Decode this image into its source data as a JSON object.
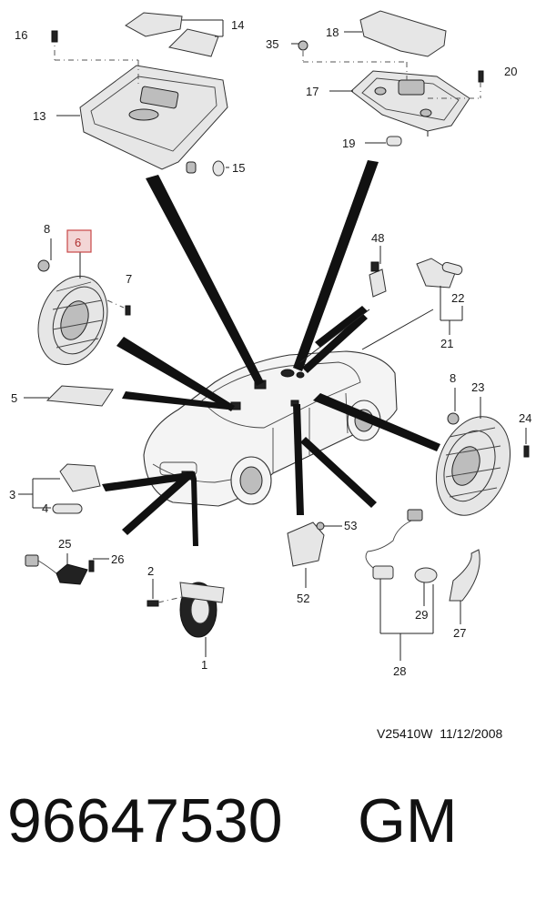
{
  "callouts": {
    "c1": "1",
    "c2": "2",
    "c3": "3",
    "c4": "4",
    "c5": "5",
    "c6": "6",
    "c7": "7",
    "c8a": "8",
    "c13": "13",
    "c14": "14",
    "c15": "15",
    "c16": "16",
    "c17": "17",
    "c18": "18",
    "c19": "19",
    "c20": "20",
    "c21": "21",
    "c22": "22",
    "c23": "23",
    "c24": "24",
    "c25": "25",
    "c26": "26",
    "c27": "27",
    "c28": "28",
    "c29": "29",
    "c35": "35",
    "c48": "48",
    "c52": "52",
    "c53": "53",
    "c8b": "8"
  },
  "highlight_color": "#c84848",
  "footer": {
    "ref_code": "V25410W  11/12/2008",
    "part_number": "96647530",
    "brand": "GM"
  }
}
